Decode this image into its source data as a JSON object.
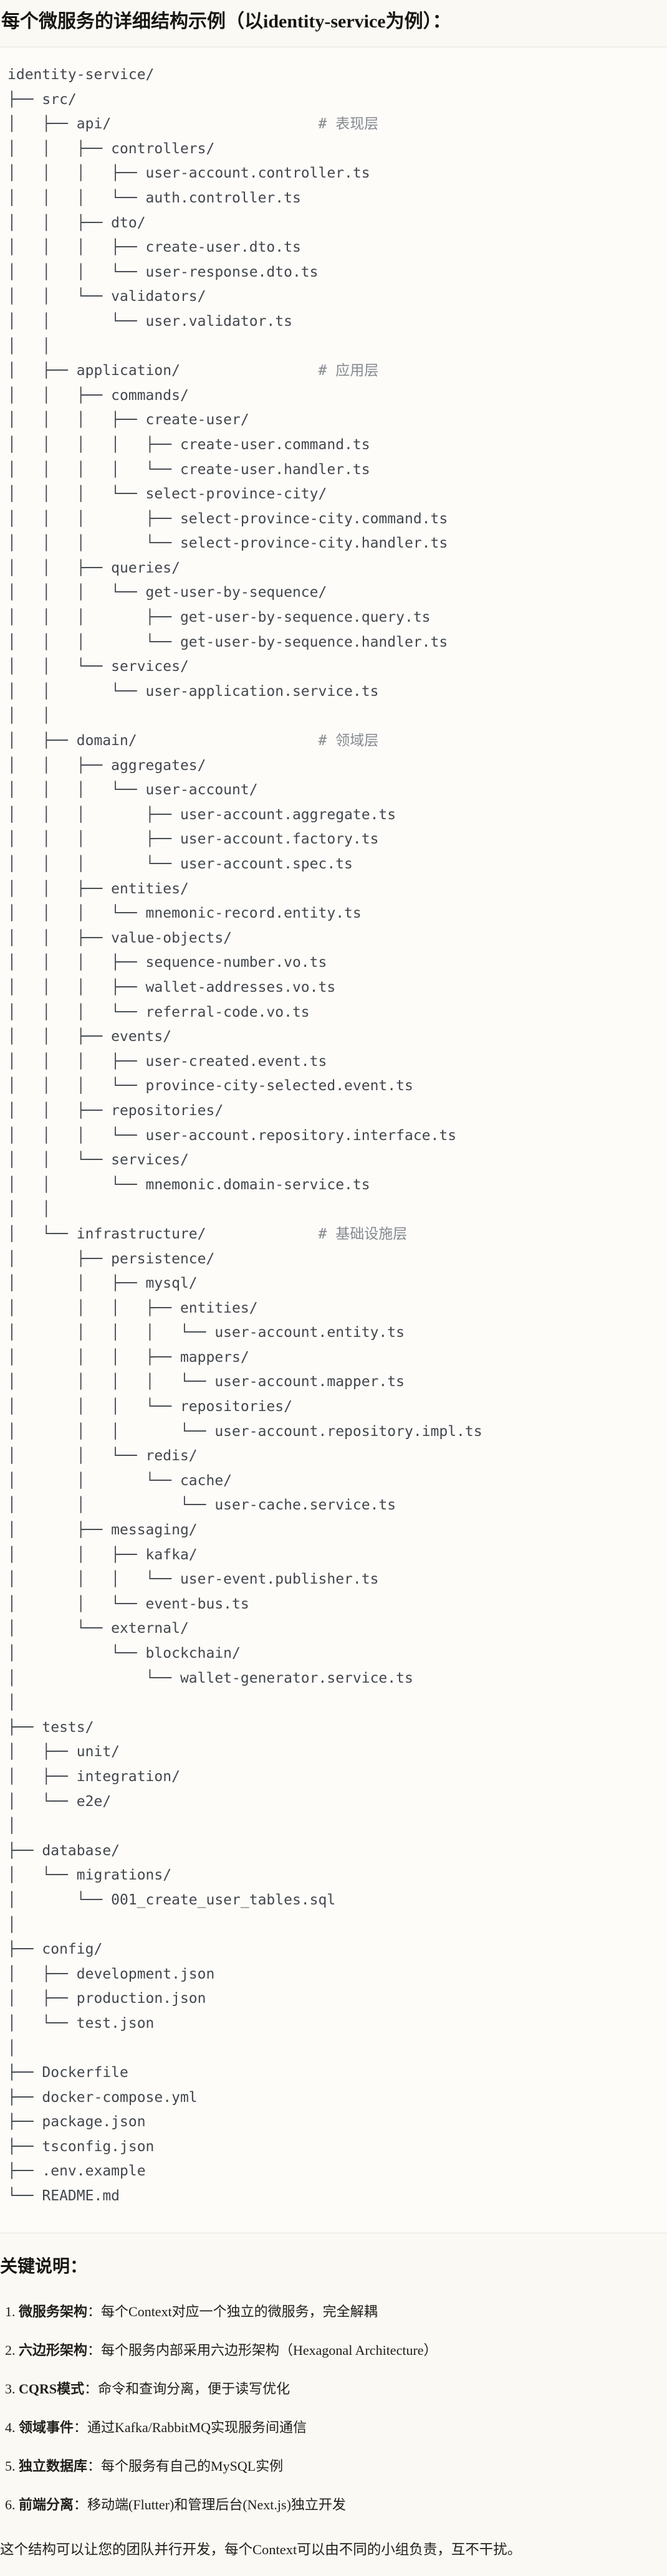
{
  "page": {
    "title": "每个微服务的详细结构示例（以identity-service为例）："
  },
  "colors": {
    "background": "#faf9f4",
    "code_background": "#fdfcf9",
    "border": "#e6e4de",
    "tree_text": "#43474d",
    "comment_text": "#85898f",
    "body_text": "#1f1e1b"
  },
  "tree": {
    "lines": [
      "identity-service/",
      "├── src/",
      "│   ├── api/                        # 表现层",
      "│   │   ├── controllers/",
      "│   │   │   ├── user-account.controller.ts",
      "│   │   │   └── auth.controller.ts",
      "│   │   ├── dto/",
      "│   │   │   ├── create-user.dto.ts",
      "│   │   │   └── user-response.dto.ts",
      "│   │   └── validators/",
      "│   │       └── user.validator.ts",
      "│   │",
      "│   ├── application/                # 应用层",
      "│   │   ├── commands/",
      "│   │   │   ├── create-user/",
      "│   │   │   │   ├── create-user.command.ts",
      "│   │   │   │   └── create-user.handler.ts",
      "│   │   │   └── select-province-city/",
      "│   │   │       ├── select-province-city.command.ts",
      "│   │   │       └── select-province-city.handler.ts",
      "│   │   ├── queries/",
      "│   │   │   └── get-user-by-sequence/",
      "│   │   │       ├── get-user-by-sequence.query.ts",
      "│   │   │       └── get-user-by-sequence.handler.ts",
      "│   │   └── services/",
      "│   │       └── user-application.service.ts",
      "│   │",
      "│   ├── domain/                     # 领域层",
      "│   │   ├── aggregates/",
      "│   │   │   └── user-account/",
      "│   │   │       ├── user-account.aggregate.ts",
      "│   │   │       ├── user-account.factory.ts",
      "│   │   │       └── user-account.spec.ts",
      "│   │   ├── entities/",
      "│   │   │   └── mnemonic-record.entity.ts",
      "│   │   ├── value-objects/",
      "│   │   │   ├── sequence-number.vo.ts",
      "│   │   │   ├── wallet-addresses.vo.ts",
      "│   │   │   └── referral-code.vo.ts",
      "│   │   ├── events/",
      "│   │   │   ├── user-created.event.ts",
      "│   │   │   └── province-city-selected.event.ts",
      "│   │   ├── repositories/",
      "│   │   │   └── user-account.repository.interface.ts",
      "│   │   └── services/",
      "│   │       └── mnemonic.domain-service.ts",
      "│   │",
      "│   └── infrastructure/             # 基础设施层",
      "│       ├── persistence/",
      "│       │   ├── mysql/",
      "│       │   │   ├── entities/",
      "│       │   │   │   └── user-account.entity.ts",
      "│       │   │   ├── mappers/",
      "│       │   │   │   └── user-account.mapper.ts",
      "│       │   │   └── repositories/",
      "│       │   │       └── user-account.repository.impl.ts",
      "│       │   └── redis/",
      "│       │       └── cache/",
      "│       │           └── user-cache.service.ts",
      "│       ├── messaging/",
      "│       │   ├── kafka/",
      "│       │   │   └── user-event.publisher.ts",
      "│       │   └── event-bus.ts",
      "│       └── external/",
      "│           └── blockchain/",
      "│               └── wallet-generator.service.ts",
      "│",
      "├── tests/",
      "│   ├── unit/",
      "│   ├── integration/",
      "│   └── e2e/",
      "│",
      "├── database/",
      "│   └── migrations/",
      "│       └── 001_create_user_tables.sql",
      "│",
      "├── config/",
      "│   ├── development.json",
      "│   ├── production.json",
      "│   └── test.json",
      "│",
      "├── Dockerfile",
      "├── docker-compose.yml",
      "├── package.json",
      "├── tsconfig.json",
      "├── .env.example",
      "└── README.md"
    ]
  },
  "notes": {
    "heading": "关键说明：",
    "items": [
      {
        "num": "1.",
        "term": "微服务架构",
        "colon": "：",
        "desc": "每个Context对应一个独立的微服务，完全解耦"
      },
      {
        "num": "2.",
        "term": "六边形架构",
        "colon": "：",
        "desc": "每个服务内部采用六边形架构（Hexagonal Architecture）"
      },
      {
        "num": "3.",
        "term": "CQRS模式",
        "colon": "：",
        "desc": "命令和查询分离，便于读写优化"
      },
      {
        "num": "4.",
        "term": "领域事件",
        "colon": "：",
        "desc": "通过Kafka/RabbitMQ实现服务间通信"
      },
      {
        "num": "5.",
        "term": "独立数据库",
        "colon": "：",
        "desc": "每个服务有自己的MySQL实例"
      },
      {
        "num": "6.",
        "term": "前端分离",
        "colon": "：",
        "desc": "移动端(Flutter)和管理后台(Next.js)独立开发"
      }
    ],
    "footer": "这个结构可以让您的团队并行开发，每个Context可以由不同的小组负责，互不干扰。"
  }
}
